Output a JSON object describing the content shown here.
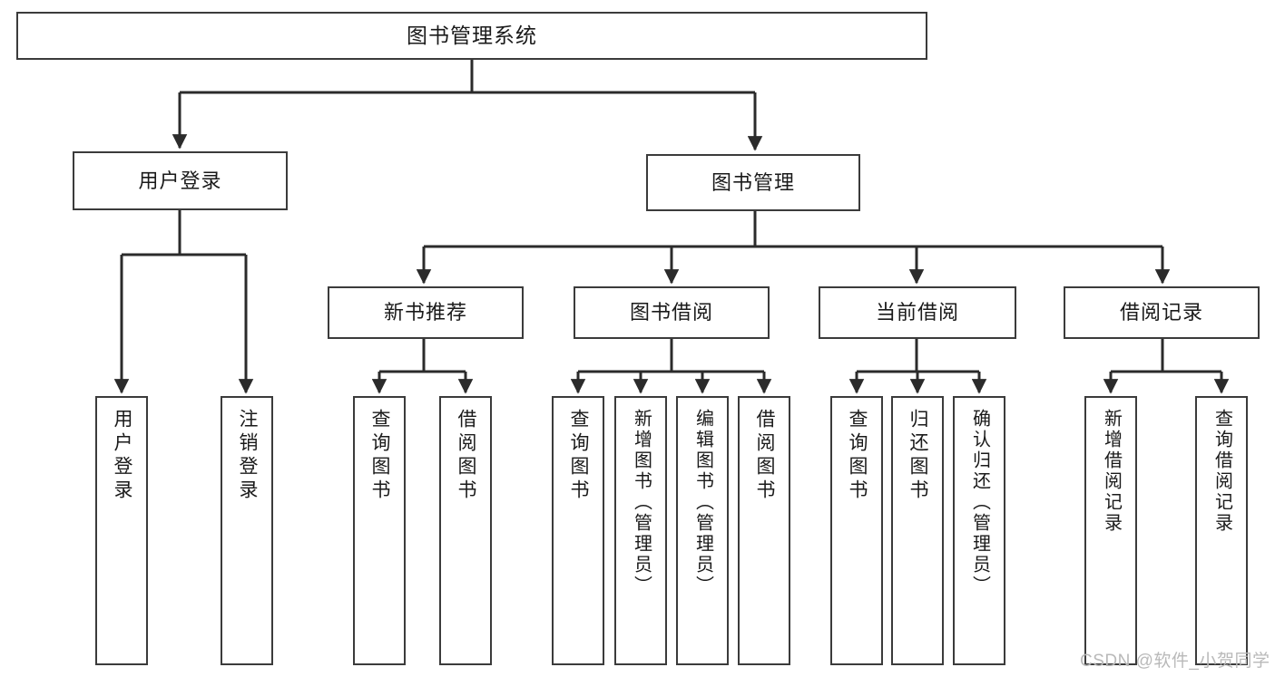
{
  "diagram": {
    "title": "图书管理系统",
    "type": "功能结构图",
    "colors": {
      "box_border": "#3b3b3b",
      "box_fill": "#ffffff",
      "edge": "#2b2b2b",
      "text": "#1a1a1a",
      "watermark": "#b9b9b9",
      "background": "#ffffff"
    },
    "watermark": "CSDN @软件_小贺同学"
  },
  "nodes": {
    "root": {
      "label": "图书管理系统"
    },
    "level1": [
      {
        "id": "user-login",
        "label": "用户登录"
      },
      {
        "id": "book-management",
        "label": "图书管理"
      }
    ],
    "level2": [
      {
        "id": "new-book-recommend",
        "label": "新书推荐"
      },
      {
        "id": "book-borrow",
        "label": "图书借阅"
      },
      {
        "id": "current-borrow",
        "label": "当前借阅"
      },
      {
        "id": "borrow-record",
        "label": "借阅记录"
      }
    ],
    "leaves": {
      "user_login": [
        {
          "id": "leaf-user-login",
          "label": "用户登录"
        },
        {
          "id": "leaf-logout-login",
          "label": "注销登录"
        }
      ],
      "new_book_recommend": [
        {
          "id": "leaf-query-book-1",
          "label": "查询图书"
        },
        {
          "id": "leaf-borrow-book-1",
          "label": "借阅图书"
        }
      ],
      "book_borrow": [
        {
          "id": "leaf-query-book-2",
          "label": "查询图书"
        },
        {
          "id": "leaf-add-book",
          "label": "新增图书（管理员）"
        },
        {
          "id": "leaf-edit-book",
          "label": "编辑图书（管理员）"
        },
        {
          "id": "leaf-borrow-book-2",
          "label": "借阅图书"
        }
      ],
      "current_borrow": [
        {
          "id": "leaf-query-book-3",
          "label": "查询图书"
        },
        {
          "id": "leaf-return-book",
          "label": "归还图书"
        },
        {
          "id": "leaf-confirm-return",
          "label": "确认归还（管理员）"
        }
      ],
      "borrow_record": [
        {
          "id": "leaf-add-borrow-record",
          "label": "新增借阅记录"
        },
        {
          "id": "leaf-query-borrow-record",
          "label": "查询借阅记录"
        }
      ]
    }
  }
}
